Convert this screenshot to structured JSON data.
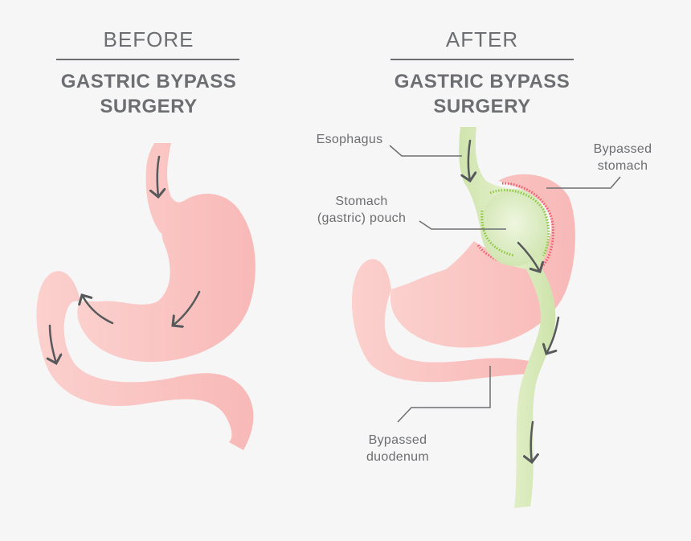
{
  "before": {
    "label": "BEFORE",
    "title_line1": "GASTRIC BYPASS",
    "title_line2": "SURGERY"
  },
  "after": {
    "label": "AFTER",
    "title_line1": "GASTRIC BYPASS",
    "title_line2": "SURGERY",
    "annotations": {
      "esophagus": "Esophagus",
      "bypassed_stomach_1": "Bypassed",
      "bypassed_stomach_2": "stomach",
      "pouch_1": "Stomach",
      "pouch_2": "(gastric) pouch",
      "duodenum_1": "Bypassed",
      "duodenum_2": "duodenum"
    }
  },
  "colors": {
    "background": "#f6f6f6",
    "text": "#6d6e71",
    "stomach_pink": "#f9c4c1",
    "intestine_green": "#d2e6b4",
    "staple_green": "#8cc63f",
    "staple_red": "#ef5a6a",
    "arrow": "#58595b"
  },
  "icons": [
    "flow-arrow-icon"
  ]
}
